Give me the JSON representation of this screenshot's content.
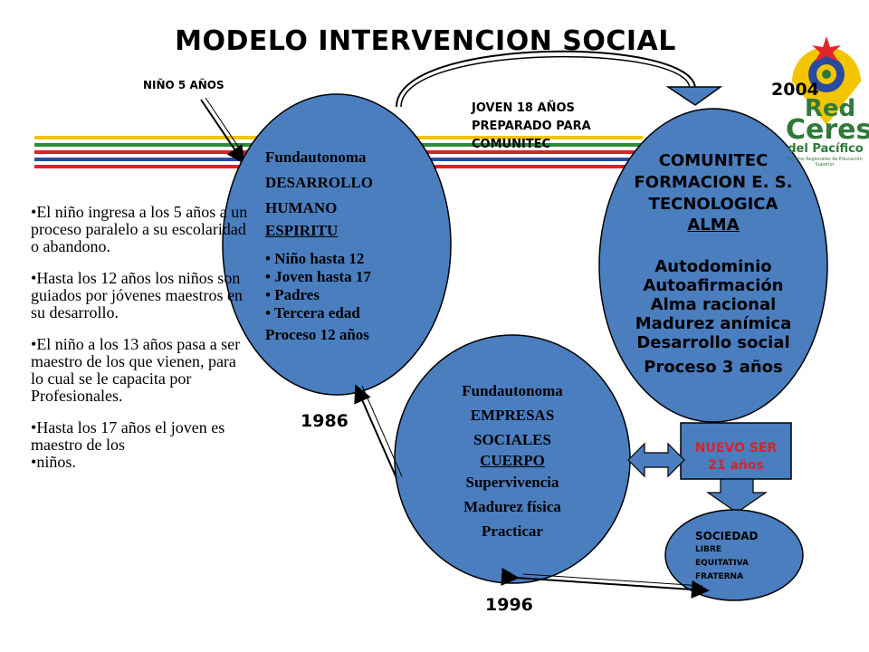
{
  "title": "MODELO INTERVENCION SOCIAL",
  "labels": {
    "nino5": "NIÑO 5 AÑOS",
    "joven18": [
      "JOVEN 18 AÑOS",
      "PREPARADO PARA",
      "COMUNITEC"
    ],
    "year2004": "2004",
    "year1986": "1986",
    "year1996": "1996"
  },
  "logo": {
    "line1": "Red",
    "line2": "Ceres",
    "line3": "del Pacífico",
    "line4": "Centros Regionales de Educación Superior",
    "colors": [
      "#f2c500",
      "#e3242b",
      "#2f7a3a",
      "#2a4aa0"
    ]
  },
  "bullets": [
    "El niño ingresa a los 5 años a un proceso paralelo a su escolaridad o abandono.",
    "Hasta los 12 años los niños son guiados por jóvenes maestros en su desarrollo.",
    "El niño a los 13 años pasa a ser maestro de los que vienen, para lo cual se le capacita por Profesionales.",
    "Hasta los 17 años el joven es maestro de los",
    "niños."
  ],
  "ellipse1": {
    "lines": [
      "Fundautonoma",
      "DESARROLLO",
      "HUMANO"
    ],
    "heading": "ESPIRITU",
    "items": [
      "Niño hasta 12",
      "Joven hasta 17",
      "Padres",
      "Tercera edad"
    ],
    "footer": "Proceso 12 años"
  },
  "ellipse2": {
    "lines": [
      "COMUNITEC",
      "FORMACION E. S.",
      "TECNOLOGICA"
    ],
    "heading": "ALMA",
    "items": [
      "Autodominio",
      "Autoafirmación",
      "Alma racional",
      "Madurez anímica",
      "Desarrollo social"
    ],
    "footer": "Proceso 3 años"
  },
  "ellipse3": {
    "lines": [
      "Fundautonoma",
      "EMPRESAS",
      "SOCIALES"
    ],
    "heading": "CUERPO",
    "items": [
      "Supervivencia",
      "Madurez física",
      "Practicar"
    ]
  },
  "nuevo_ser": {
    "line1": "NUEVO SER",
    "line2": "21 años"
  },
  "sociedad": [
    "SOCIEDAD",
    "LIBRE",
    "EQUITATIVA",
    "FRATERNA"
  ],
  "colors": {
    "ellipse_fill": "#4a7ebf",
    "stripe_yellow": "#f2c500",
    "stripe_green": "#2f8a3a",
    "stripe_red": "#d8232a",
    "stripe_blue": "#2a4aa0",
    "red_text": "#d8232a"
  }
}
